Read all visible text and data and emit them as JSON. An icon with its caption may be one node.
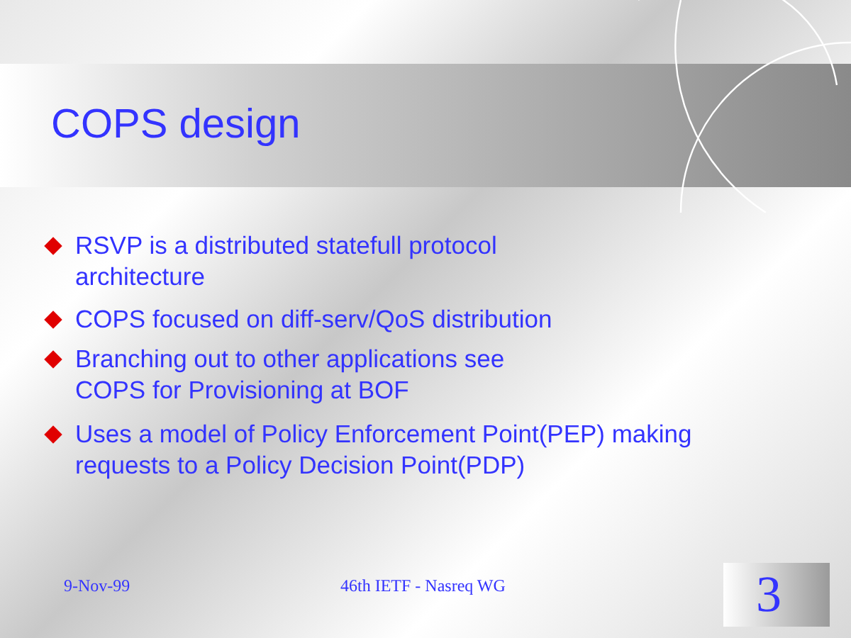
{
  "diagram": {
    "title": "COPS design",
    "labels": [
      "RSVP is a distributed statefull protocol architecture",
      "COPS focused on diff-serv/QoS distribution",
      "Branching out to other applications see COPS for Provisioning at BOF",
      "Uses a model of Policy Enforcement Point(PEP) making requests to a Policy Decision Point(PDP)",
      "9-Nov-99",
      "46th IETF - Nasreq WG",
      "3"
    ]
  }
}
